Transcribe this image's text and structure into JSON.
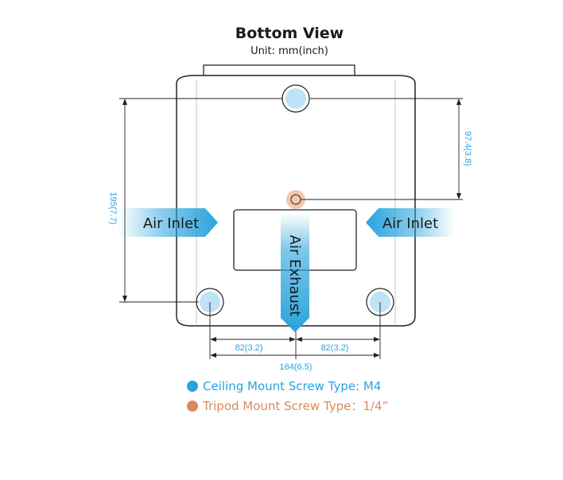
{
  "title": "Bottom View",
  "unit": "Unit: mm(inch)",
  "dimensions": {
    "height_total": "195(7.7)",
    "height_partial": "97.4(3.8)",
    "width_left": "82(3.2)",
    "width_right": "82(3.2)",
    "width_total": "164(6.5)"
  },
  "airflow": {
    "inlet_left": "Air Inlet",
    "inlet_right": "Air Inlet",
    "exhaust": "Air Exhaust"
  },
  "legend": [
    {
      "text": "Ceiling Mount Screw Type: M4",
      "color": "#29a3dc"
    },
    {
      "text": "Tripod Mount Screw Type：1/4”",
      "color": "#d98b5a"
    }
  ],
  "colors": {
    "accent": "#29a3dc",
    "tripod": "#d98b5a",
    "screw_fill": "#bfe3f6",
    "tripod_fill": "#f3c9ac",
    "outline": "#222222"
  }
}
